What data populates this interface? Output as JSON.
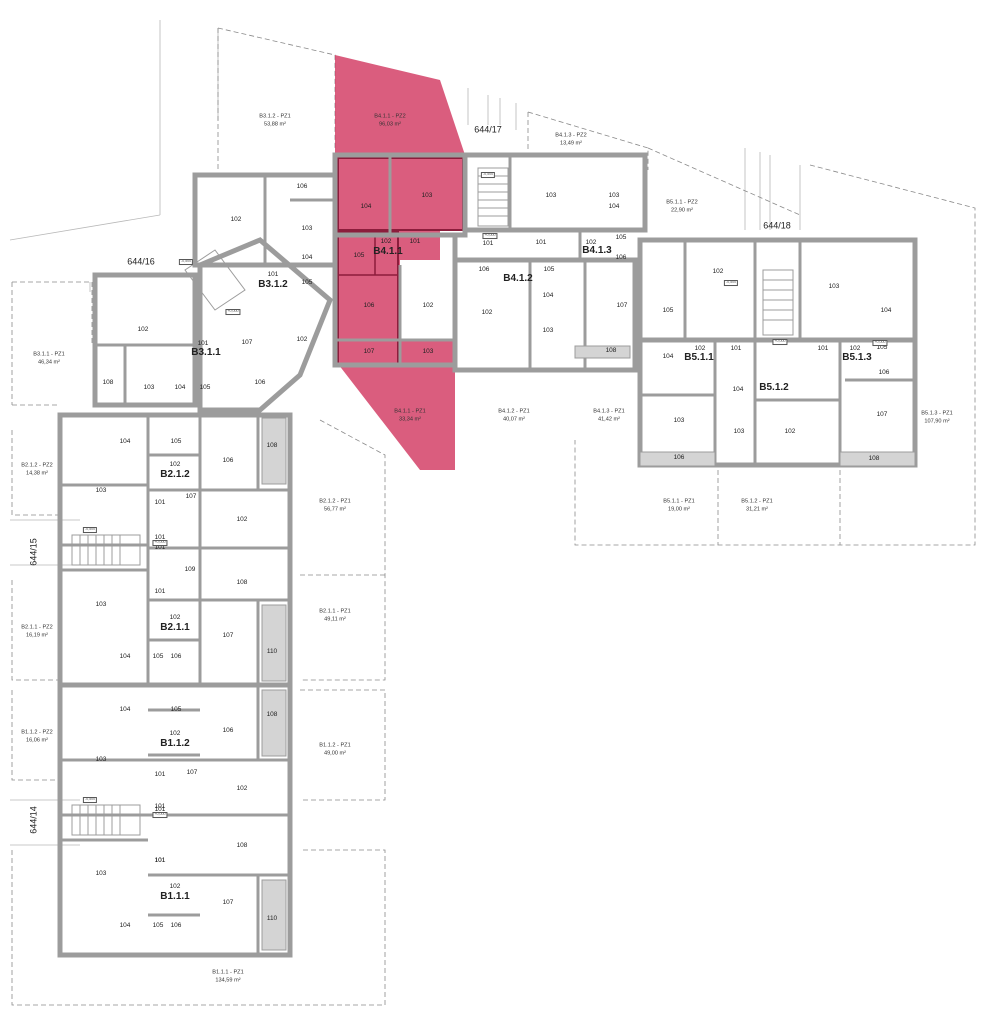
{
  "colors": {
    "wall": "#9c9c9c",
    "floor": "#ffffff",
    "highlight": "#cf2f5a",
    "dash": "#8a8a8a",
    "line": "#b0b0b0"
  },
  "parcels": [
    {
      "id": "p1",
      "label": "644/17"
    },
    {
      "id": "p2",
      "label": "644/18"
    },
    {
      "id": "p3",
      "label": "644/16"
    },
    {
      "id": "p4",
      "label": "644/15"
    },
    {
      "id": "p5",
      "label": "644/14"
    }
  ],
  "units": [
    {
      "id": "u1",
      "label": "B3.1.2"
    },
    {
      "id": "u2",
      "label": "B3.1.1"
    },
    {
      "id": "u3",
      "label": "B4.1.1"
    },
    {
      "id": "u4",
      "label": "B4.1.2"
    },
    {
      "id": "u5",
      "label": "B4.1.3"
    },
    {
      "id": "u6",
      "label": "B5.1.1"
    },
    {
      "id": "u7",
      "label": "B5.1.2"
    },
    {
      "id": "u8",
      "label": "B5.1.3"
    },
    {
      "id": "u9",
      "label": "B2.1.2"
    },
    {
      "id": "u10",
      "label": "B2.1.1"
    },
    {
      "id": "u11",
      "label": "B1.1.2"
    },
    {
      "id": "u12",
      "label": "B1.1.1"
    }
  ],
  "gardens": [
    {
      "id": "g1",
      "name": "B3.1.2 - PZ1",
      "area": "53,88 m²"
    },
    {
      "id": "g2",
      "name": "B4.1.1 - PZ2",
      "area": "96,03 m²"
    },
    {
      "id": "g3",
      "name": "B4.1.3 - PZ2",
      "area": "13,49 m²"
    },
    {
      "id": "g4",
      "name": "B5.1.1 - PZ2",
      "area": "22,90 m²"
    },
    {
      "id": "g5",
      "name": "B3.1.1 - PZ1",
      "area": "46,34 m²"
    },
    {
      "id": "g6",
      "name": "B4.1.1 - PZ1",
      "area": "33,34 m²"
    },
    {
      "id": "g7",
      "name": "B4.1.2 - PZ1",
      "area": "40,07 m²"
    },
    {
      "id": "g8",
      "name": "B4.1.3 - PZ1",
      "area": "41,42 m²"
    },
    {
      "id": "g9",
      "name": "B5.1.3 - PZ1",
      "area": "107,90 m²"
    },
    {
      "id": "g10",
      "name": "B5.1.1 - PZ1",
      "area": "19,00 m²"
    },
    {
      "id": "g11",
      "name": "B5.1.2 - PZ1",
      "area": "31,21 m²"
    },
    {
      "id": "g12",
      "name": "B2.1.2 - PZ2",
      "area": "14,38 m²"
    },
    {
      "id": "g13",
      "name": "B2.1.2 - PZ1",
      "area": "56,77 m²"
    },
    {
      "id": "g14",
      "name": "B2.1.1 - PZ2",
      "area": "16,19 m²"
    },
    {
      "id": "g15",
      "name": "B2.1.1 - PZ1",
      "area": "49,11 m²"
    },
    {
      "id": "g16",
      "name": "B1.1.2 - PZ2",
      "area": "16,06 m²"
    },
    {
      "id": "g17",
      "name": "B1.1.2 - PZ1",
      "area": "49,00 m²"
    },
    {
      "id": "g18",
      "name": "B1.1.1 - PZ1",
      "area": "134,59 m²"
    }
  ],
  "rooms": [
    {
      "id": "r1",
      "n": "106"
    },
    {
      "id": "r2",
      "n": "102"
    },
    {
      "id": "r3",
      "n": "103"
    },
    {
      "id": "r4",
      "n": "104"
    },
    {
      "id": "r5",
      "n": "105"
    },
    {
      "id": "r6",
      "n": "101"
    },
    {
      "id": "r7",
      "n": "102"
    },
    {
      "id": "r8",
      "n": "101"
    },
    {
      "id": "r9",
      "n": "107"
    },
    {
      "id": "r10",
      "n": "108"
    },
    {
      "id": "r11",
      "n": "103"
    },
    {
      "id": "r12",
      "n": "104"
    },
    {
      "id": "r13",
      "n": "105"
    },
    {
      "id": "r14",
      "n": "106"
    },
    {
      "id": "r15",
      "n": "104"
    },
    {
      "id": "r16",
      "n": "103"
    },
    {
      "id": "r17",
      "n": "102"
    },
    {
      "id": "r18",
      "n": "101"
    },
    {
      "id": "r19",
      "n": "105"
    },
    {
      "id": "r20",
      "n": "106"
    },
    {
      "id": "r21",
      "n": "102"
    },
    {
      "id": "r22",
      "n": "107"
    },
    {
      "id": "r23",
      "n": "103"
    },
    {
      "id": "r24",
      "n": "101"
    },
    {
      "id": "r25",
      "n": "106"
    },
    {
      "id": "r26",
      "n": "103"
    },
    {
      "id": "r27",
      "n": "101"
    },
    {
      "id": "r28",
      "n": "105"
    },
    {
      "id": "r29",
      "n": "104"
    },
    {
      "id": "r30",
      "n": "102"
    },
    {
      "id": "r31",
      "n": "103"
    },
    {
      "id": "r32",
      "n": "103"
    },
    {
      "id": "r33",
      "n": "104"
    },
    {
      "id": "r34",
      "n": "102"
    },
    {
      "id": "r35",
      "n": "105"
    },
    {
      "id": "r36",
      "n": "106"
    },
    {
      "id": "r37",
      "n": "107"
    },
    {
      "id": "r38",
      "n": "108"
    },
    {
      "id": "r39",
      "n": "102"
    },
    {
      "id": "r40",
      "n": "105"
    },
    {
      "id": "r41",
      "n": "104"
    },
    {
      "id": "r42",
      "n": "102"
    },
    {
      "id": "r43",
      "n": "103"
    },
    {
      "id": "r44",
      "n": "106"
    },
    {
      "id": "r45",
      "n": "101"
    },
    {
      "id": "r46",
      "n": "104"
    },
    {
      "id": "r47",
      "n": "103"
    },
    {
      "id": "r48",
      "n": "102"
    },
    {
      "id": "r49",
      "n": "103"
    },
    {
      "id": "r50",
      "n": "104"
    },
    {
      "id": "r51",
      "n": "101"
    },
    {
      "id": "r52",
      "n": "102"
    },
    {
      "id": "r53",
      "n": "105"
    },
    {
      "id": "r54",
      "n": "106"
    },
    {
      "id": "r55",
      "n": "107"
    },
    {
      "id": "r56",
      "n": "108"
    },
    {
      "id": "r57",
      "n": "104"
    },
    {
      "id": "r58",
      "n": "105"
    },
    {
      "id": "r59",
      "n": "106"
    },
    {
      "id": "r60",
      "n": "108"
    },
    {
      "id": "r61",
      "n": "103"
    },
    {
      "id": "r62",
      "n": "101"
    },
    {
      "id": "r63",
      "n": "102"
    },
    {
      "id": "r64",
      "n": "107"
    },
    {
      "id": "r65",
      "n": "102"
    },
    {
      "id": "r66",
      "n": "101"
    },
    {
      "id": "r67",
      "n": "109"
    },
    {
      "id": "r68",
      "n": "108"
    },
    {
      "id": "r69",
      "n": "103"
    },
    {
      "id": "r70",
      "n": "101"
    },
    {
      "id": "r71",
      "n": "102"
    },
    {
      "id": "r72",
      "n": "107"
    },
    {
      "id": "r73",
      "n": "110"
    },
    {
      "id": "r74",
      "n": "104"
    },
    {
      "id": "r75",
      "n": "105"
    },
    {
      "id": "r76",
      "n": "106"
    },
    {
      "id": "r77",
      "n": "104"
    },
    {
      "id": "r78",
      "n": "105"
    },
    {
      "id": "r79",
      "n": "106"
    },
    {
      "id": "r80",
      "n": "108"
    },
    {
      "id": "r81",
      "n": "103"
    },
    {
      "id": "r82",
      "n": "101"
    },
    {
      "id": "r83",
      "n": "102"
    },
    {
      "id": "r84",
      "n": "107"
    },
    {
      "id": "r85",
      "n": "102"
    },
    {
      "id": "r86",
      "n": "101"
    },
    {
      "id": "r87",
      "n": "101"
    },
    {
      "id": "r88",
      "n": "108"
    },
    {
      "id": "r89",
      "n": "103"
    },
    {
      "id": "r90",
      "n": "101"
    },
    {
      "id": "r91",
      "n": "102"
    },
    {
      "id": "r92",
      "n": "107"
    },
    {
      "id": "r93",
      "n": "110"
    },
    {
      "id": "r94",
      "n": "104"
    },
    {
      "id": "r95",
      "n": "105"
    },
    {
      "id": "r96",
      "n": "106"
    },
    {
      "id": "r97",
      "n": "102"
    },
    {
      "id": "r98",
      "n": "101"
    },
    {
      "id": "r99",
      "n": "101"
    }
  ],
  "tags": [
    {
      "id": "t1",
      "text": "-0,500"
    },
    {
      "id": "t2",
      "text": "+0,000"
    },
    {
      "id": "t3",
      "text": "-0,500"
    },
    {
      "id": "t4",
      "text": "+0,000"
    },
    {
      "id": "t5",
      "text": "+0,000"
    },
    {
      "id": "t6",
      "text": "-0,500"
    },
    {
      "id": "t7",
      "text": "+0,000"
    },
    {
      "id": "t8",
      "text": "-0,500"
    },
    {
      "id": "t9",
      "text": "+0,000"
    },
    {
      "id": "t10",
      "text": "+0,000"
    },
    {
      "id": "t11",
      "text": "-0,500"
    }
  ]
}
